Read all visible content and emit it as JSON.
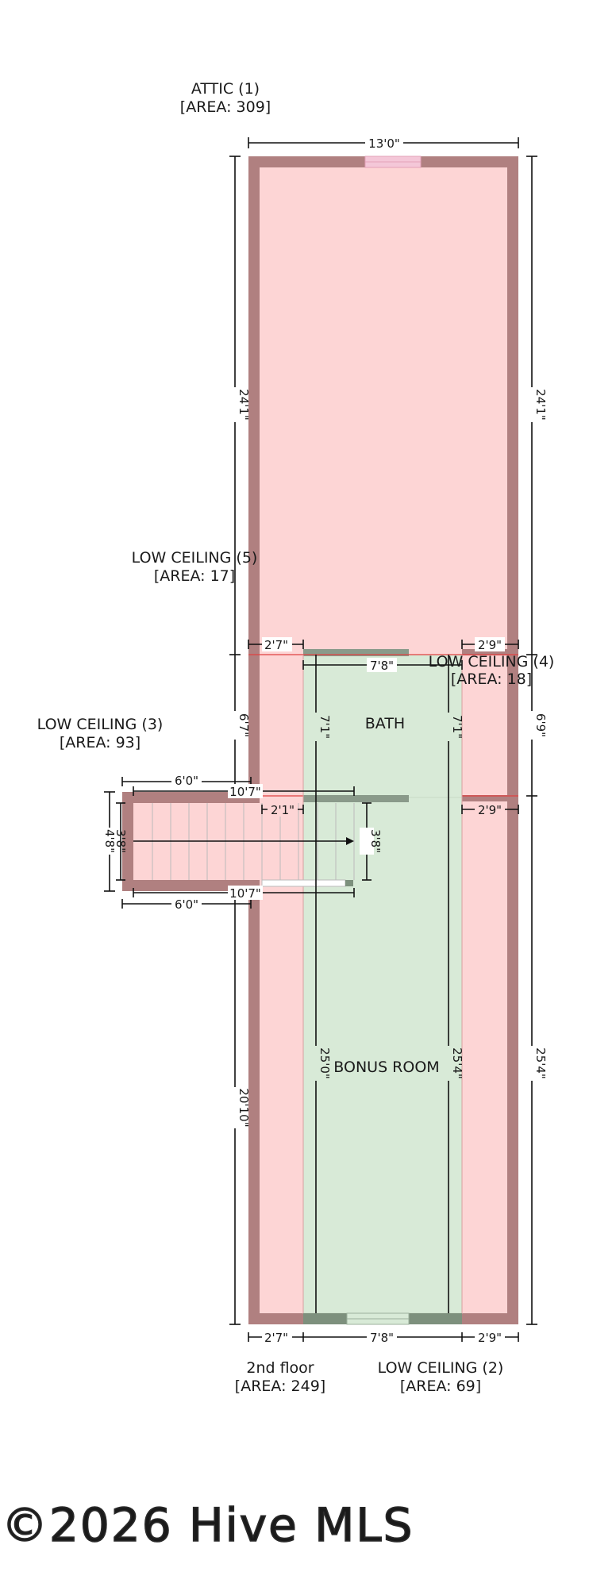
{
  "floorplan": {
    "rooms": {
      "attic": {
        "name": "ATTIC (1)",
        "area": "[AREA: 309]"
      },
      "low_ceiling_5": {
        "name": "LOW CEILING (5)",
        "area": "[AREA: 17]"
      },
      "low_ceiling_4": {
        "name": "LOW CEILING (4)",
        "area": "[AREA: 18]"
      },
      "low_ceiling_3": {
        "name": "LOW CEILING (3)",
        "area": "[AREA: 93]"
      },
      "bath": {
        "name": "BATH"
      },
      "bonus_room": {
        "name": "BONUS ROOM"
      },
      "second_floor": {
        "name": "2nd floor",
        "area": "[AREA: 249]"
      },
      "low_ceiling_2": {
        "name": "LOW CEILING (2)",
        "area": "[AREA: 69]"
      }
    },
    "dimensions": {
      "attic_width": "13'0\"",
      "attic_left": "24'1\"",
      "attic_right": "24'1\"",
      "top_left_gap": "2'7\"",
      "top_right_gap": "2'9\"",
      "bath_width": "7'8\"",
      "bath_left": "7'1\"",
      "bath_right": "7'1\"",
      "left_mid": "6'7\"",
      "right_mid": "6'9\"",
      "stair_top": "6'0\"",
      "stair_run_top": "10'7\"",
      "stair_gap": "2'1\"",
      "right_low_gap": "2'9\"",
      "stair_depth_left": "4'8\"",
      "stair_depth_inner": "3'8\"",
      "stair_depth_right": "3'8\"",
      "stair_run_bottom": "10'7\"",
      "stair_bottom": "6'0\"",
      "bonus_left": "25'0\"",
      "bonus_right": "25'4\"",
      "right_lower": "25'4\"",
      "left_lower": "20'10\"",
      "bottom_left": "2'7\"",
      "bottom_mid": "7'8\"",
      "bottom_right": "2'9\""
    },
    "colors": {
      "wall": "#b08080",
      "low_ceiling_fill": "#fdd5d5",
      "room_fill": "#d8ead7",
      "dim_line": "#111111"
    }
  },
  "watermark": "©2026 Hive MLS"
}
